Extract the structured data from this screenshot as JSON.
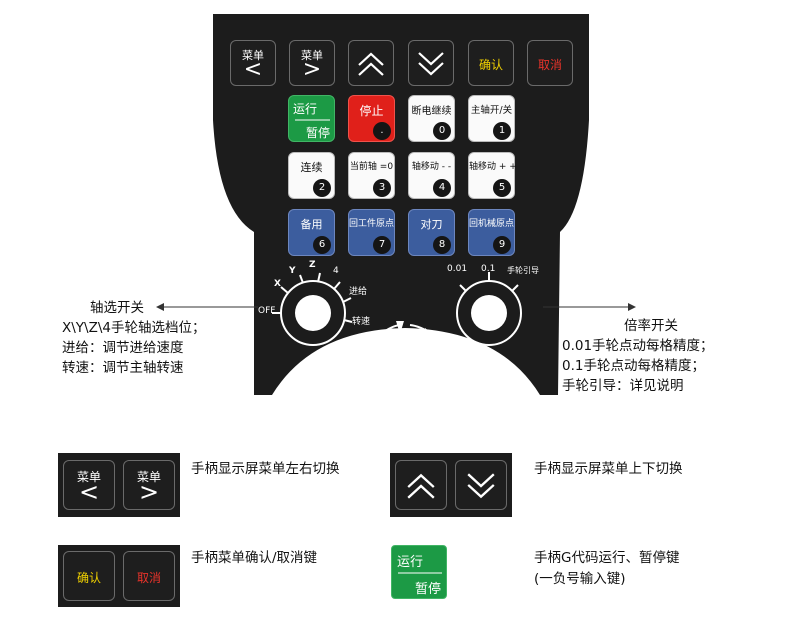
{
  "colors": {
    "panel": "#1c1c1c",
    "key_dark": "#1e1e1e",
    "key_white": "#fafafa",
    "key_blue": "#3c5d9e",
    "key_green": "#1c9a45",
    "key_red": "#e0201a",
    "confirm_text": "#f2d200",
    "cancel_text": "#e8332a"
  },
  "top_row": {
    "menu_left": {
      "label": "菜单",
      "arrow": "<"
    },
    "menu_right": {
      "label": "菜单",
      "arrow": ">"
    },
    "up_icon": "chevron-up-double-icon",
    "down_icon": "chevron-down-double-icon",
    "confirm": "确认",
    "cancel": "取消"
  },
  "keys": {
    "run": "运行",
    "pause": "暂停",
    "stop": {
      "label": "停止",
      "num": "."
    },
    "resume": {
      "label": "断电继续",
      "num": "0"
    },
    "spindle": {
      "label": "主轴开/关",
      "num": "1"
    },
    "continuous": {
      "label": "连续",
      "num": "2"
    },
    "current_axis": {
      "label": "当前轴 =0",
      "num": "3"
    },
    "axis_minus": {
      "label": "轴移动 - -",
      "num": "4"
    },
    "axis_plus": {
      "label": "轴移动 + +",
      "num": "5"
    },
    "spare": {
      "label": "备用",
      "num": "6"
    },
    "return_work_origin": {
      "label": "回工件原点",
      "num": "7"
    },
    "tool_setting": {
      "label": "对刀",
      "num": "8"
    },
    "return_machine_origin": {
      "label": "回机械原点",
      "num": "9"
    }
  },
  "knob_left": {
    "off": "OFF",
    "x": "X",
    "y": "Y",
    "z": "Z",
    "four": "4",
    "feed": "进给",
    "speed": "转速"
  },
  "knob_right": {
    "v001": "0.01",
    "v01": "0.1",
    "guide": "手轮引导"
  },
  "center_icons": {
    "minus": "⊖",
    "plus": "⊕"
  },
  "annotations": {
    "left": [
      "轴选开关",
      "X\\Y\\Z\\4手轮轴选档位；",
      "进给：调节进给速度",
      "转速：调节主轴转速"
    ],
    "right": [
      "倍率开关",
      "0.01手轮点动每格精度；",
      "0.1手轮点动每格精度；",
      "手轮引导：详见说明"
    ]
  },
  "legend": {
    "menu_lr": "手柄显示屏菜单左右切换",
    "menu_ud": "手柄显示屏菜单上下切换",
    "confirm_cancel": "手柄菜单确认/取消键",
    "gcode_run_line1": "手柄G代码运行、暂停键",
    "gcode_run_line2": "(一负号输入键)"
  }
}
